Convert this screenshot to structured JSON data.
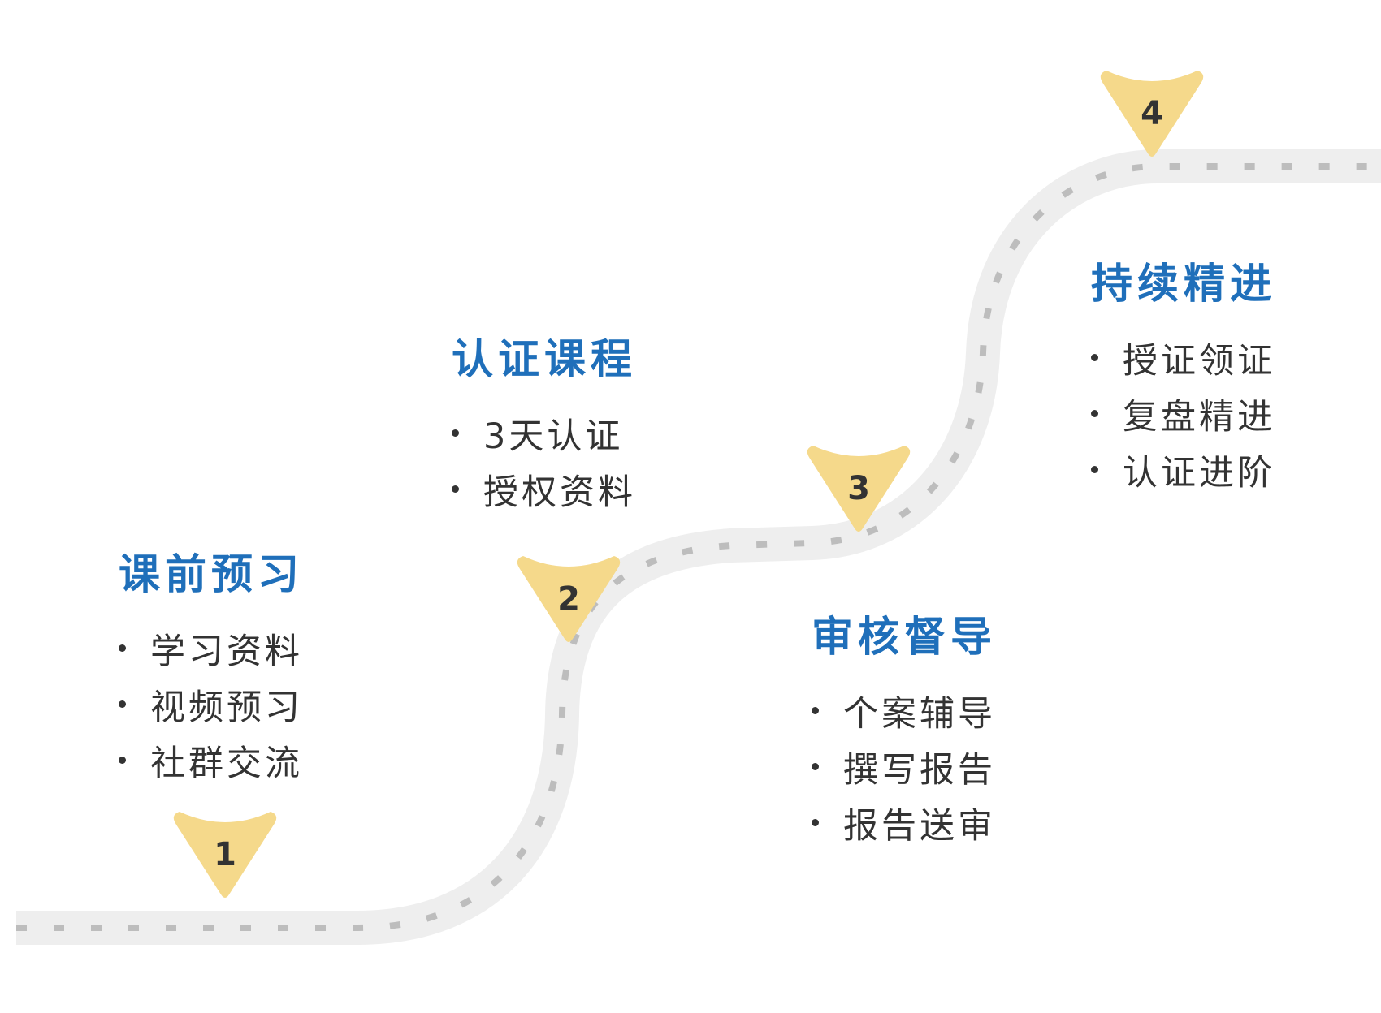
{
  "colors": {
    "accent_title": "#1f6fba",
    "marker_fill": "#f5d98b",
    "marker_text": "#333333",
    "road": "#eeeeee",
    "road_dash": "#bdbdbd",
    "item_text": "#333333"
  },
  "stages": [
    {
      "number": "1",
      "title": "课前预习",
      "items": [
        "学习资料",
        "视频预习",
        "社群交流"
      ]
    },
    {
      "number": "2",
      "title": "认证课程",
      "items": [
        "3天认证",
        "授权资料"
      ]
    },
    {
      "number": "3",
      "title": "审核督导",
      "items": [
        "个案辅导",
        "撰写报告",
        "报告送审"
      ]
    },
    {
      "number": "4",
      "title": "持续精进",
      "items": [
        "授证领证",
        "复盘精进",
        "认证进阶"
      ]
    }
  ]
}
